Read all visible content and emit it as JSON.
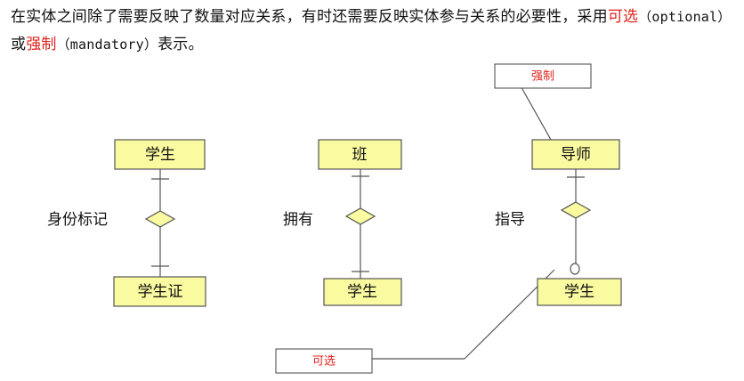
{
  "intro": {
    "part1": "在实体之间除了需要反映了数量对应关系，有时还需要反映实体参与关系的必要性，采用",
    "optional_cn": "可选",
    "optional_en": "（optional）",
    "or": "或",
    "mandatory_cn": "强制",
    "mandatory_en": "（mandatory）",
    "end": "表示。"
  },
  "diagram1": {
    "top": "学生",
    "bottom": "学生证",
    "relation": "身份标记"
  },
  "diagram2": {
    "top": "班",
    "bottom": "学生",
    "relation": "拥有"
  },
  "diagram3": {
    "top": "导师",
    "bottom": "学生",
    "relation": "指导"
  },
  "notes": {
    "mandatory": "强制",
    "optional": "可选"
  },
  "colors": {
    "accent_red": "#e0231c",
    "entity_fill": "#fafaa0"
  }
}
